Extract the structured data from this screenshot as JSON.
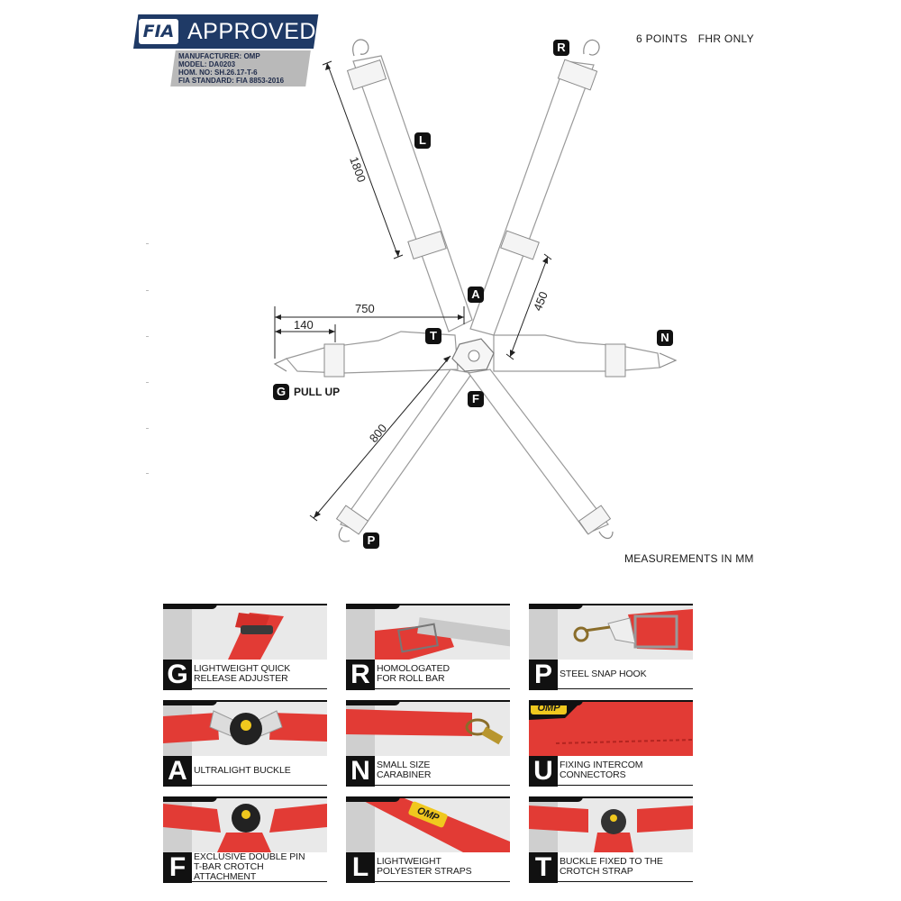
{
  "badge": {
    "logo": "FIA",
    "approved": "APPROVED",
    "lines": [
      "MANUFACTURER: OMP",
      "MODEL: DA0203",
      "HOM. NO: SH.26.17-T-6",
      "FIA STANDARD: FIA 8853-2016"
    ]
  },
  "header": {
    "points": "6 POINTS",
    "fhr": "FHR ONLY"
  },
  "measurements_note": "MEASUREMENTS IN MM",
  "diagram": {
    "markers": {
      "L": "L",
      "R": "R",
      "A": "A",
      "T": "T",
      "N": "N",
      "G": "G",
      "F": "F",
      "P": "P"
    },
    "pull_up": "PULL UP",
    "dimensions": {
      "shoulder": "1800",
      "lap_total": "750",
      "lap_short": "140",
      "adjust": "450",
      "crotch": "800"
    }
  },
  "colors": {
    "strap_red": "#e23b35",
    "badge_blue": "#1f3a66",
    "omp_yellow": "#f0c81e"
  },
  "features": [
    {
      "letter": "G",
      "caption_1": "LIGHTWEIGHT QUICK",
      "caption_2": "RELEASE ADJUSTER"
    },
    {
      "letter": "R",
      "caption_1": "HOMOLOGATED",
      "caption_2": "FOR ROLL BAR"
    },
    {
      "letter": "P",
      "caption_1": "STEEL SNAP HOOK",
      "caption_2": ""
    },
    {
      "letter": "A",
      "caption_1": "ULTRALIGHT BUCKLE",
      "caption_2": ""
    },
    {
      "letter": "N",
      "caption_1": "SMALL SIZE",
      "caption_2": "CARABINER"
    },
    {
      "letter": "U",
      "caption_1": "FIXING INTERCOM",
      "caption_2": "CONNECTORS"
    },
    {
      "letter": "F",
      "caption_1": "EXCLUSIVE DOUBLE PIN",
      "caption_2": "T-BAR CROTCH ATTACHMENT"
    },
    {
      "letter": "L",
      "caption_1": "LIGHTWEIGHT",
      "caption_2": "POLYESTER STRAPS"
    },
    {
      "letter": "T",
      "caption_1": "BUCKLE FIXED TO THE",
      "caption_2": "CROTCH STRAP"
    }
  ],
  "omp_logo": "OMP"
}
